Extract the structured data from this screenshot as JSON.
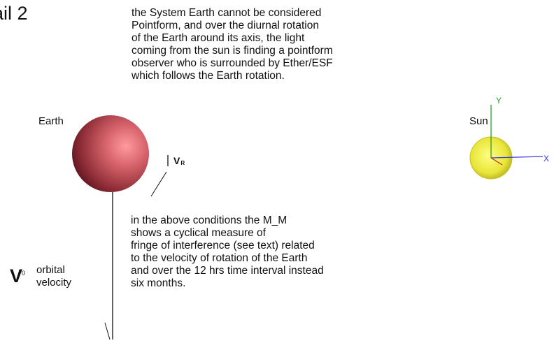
{
  "title": "ail 2",
  "paragraph_top": [
    "the System Earth cannot be considered",
    "Pointform, and over the diurnal rotation",
    "of the Earth around its axis, the light",
    "coming from the sun is finding a pointform",
    "observer who is surrounded by Ether/ESF",
    "which follows the Earth rotation."
  ],
  "paragraph_bottom": [
    "in the above conditions the M_M",
    "shows a cyclical measure of",
    "fringe of interference (see text) related",
    "to the velocity of rotation of the Earth",
    "and over the 12 hrs time interval instead",
    "six months."
  ],
  "labels": {
    "earth": "Earth",
    "sun": "Sun",
    "vr_main": "V",
    "vr_sub": "R",
    "v0_main": "V",
    "v0_sub": "0",
    "orbital_line1": "orbital",
    "orbital_line2": "velocity"
  },
  "axes": {
    "x": "X",
    "y": "Y",
    "color_x": "#3a3ae0",
    "color_y": "#2aa02a",
    "color_z": "#c03030"
  },
  "colors": {
    "earth": "#d2696f",
    "sun": "#e8e53a"
  }
}
